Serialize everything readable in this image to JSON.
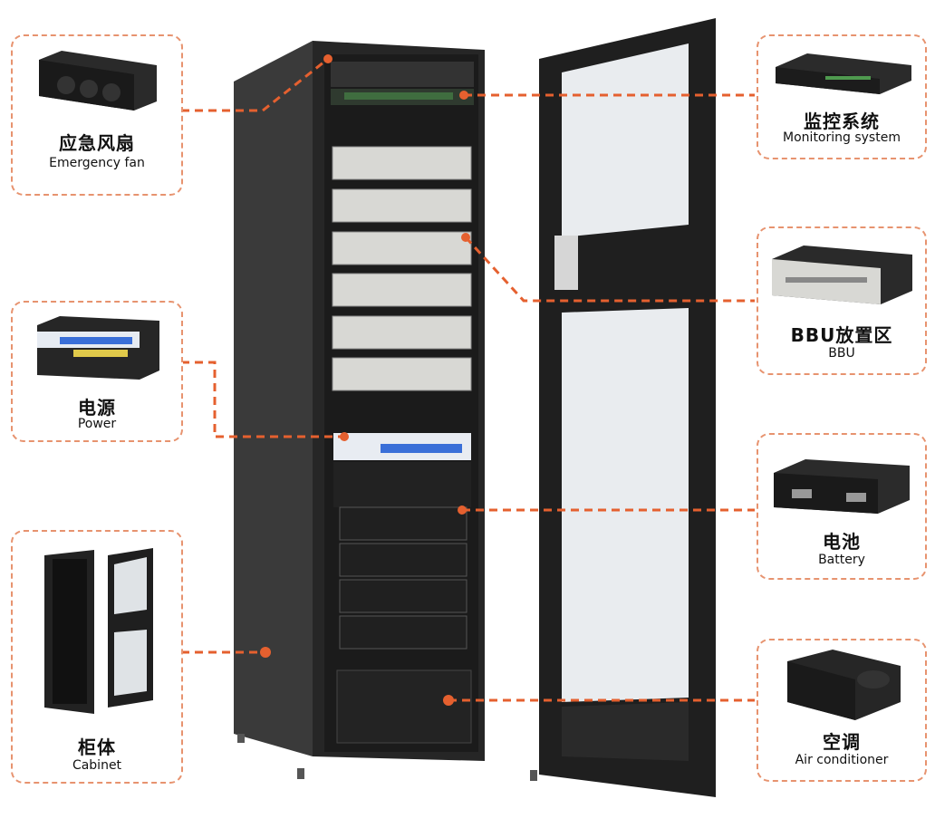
{
  "callouts": {
    "emergency_fan": {
      "cn": "应急风扇",
      "en": "Emergency fan"
    },
    "power": {
      "cn": "电源",
      "en": "Power"
    },
    "cabinet": {
      "cn": "柜体",
      "en": "Cabinet"
    },
    "monitoring": {
      "cn": "监控系统",
      "en": "Monitoring system"
    },
    "bbu": {
      "cn": "BBU放置区",
      "en": "BBU"
    },
    "battery": {
      "cn": "电池",
      "en": "Battery"
    },
    "air_conditioner": {
      "cn": "空调",
      "en": "Air conditioner"
    }
  },
  "colors": {
    "connector": "#e5602f",
    "border": "#e7936f",
    "cabinet": "#2b2b2b"
  }
}
